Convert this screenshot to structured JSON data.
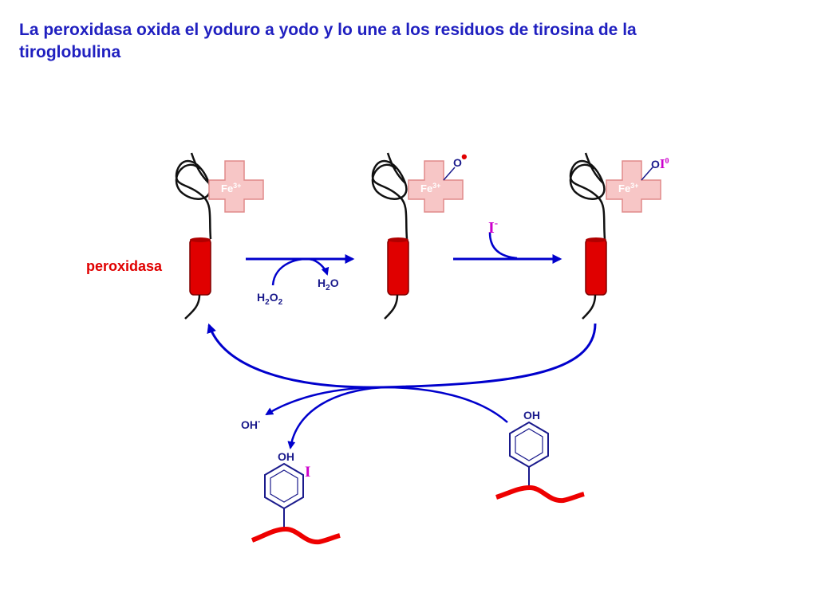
{
  "title": "La peroxidasa oxida el yoduro a yodo y lo une a los residuos de tirosina de la tiroglobulina",
  "enzyme_label": "peroxidasa",
  "states": [
    {
      "fe": "Fe",
      "fe_sup": "3+",
      "ligand": ""
    },
    {
      "fe": "Fe",
      "fe_sup": "3+",
      "ligand": "O",
      "radical": "•"
    },
    {
      "fe": "Fe",
      "fe_sup": "3+",
      "ligand": "O",
      "ligand_iodine": "I",
      "ligand_sup": "0"
    }
  ],
  "step1": {
    "substrate": "H",
    "substrate_sub1": "2",
    "substrate_o": "O",
    "substrate_sub2": "2",
    "product": "H",
    "product_sub": "2",
    "product_o": "O"
  },
  "step2": {
    "reagent": "I",
    "reagent_sup": "-"
  },
  "release": {
    "oh": "OH",
    "oh_sup": "-"
  },
  "tyrosine": {
    "oh": "OH"
  },
  "iodotyrosine": {
    "oh": "OH",
    "iodine": "I"
  },
  "colors": {
    "title": "#2020c0",
    "arrow": "#0000cc",
    "cylinder": "#e00000",
    "cross_fill": "#f7c6c6",
    "cross_stroke": "#e08a8a",
    "iodine": "#cc00cc",
    "chain": "#ee0000",
    "label": "#1a1a8c"
  }
}
